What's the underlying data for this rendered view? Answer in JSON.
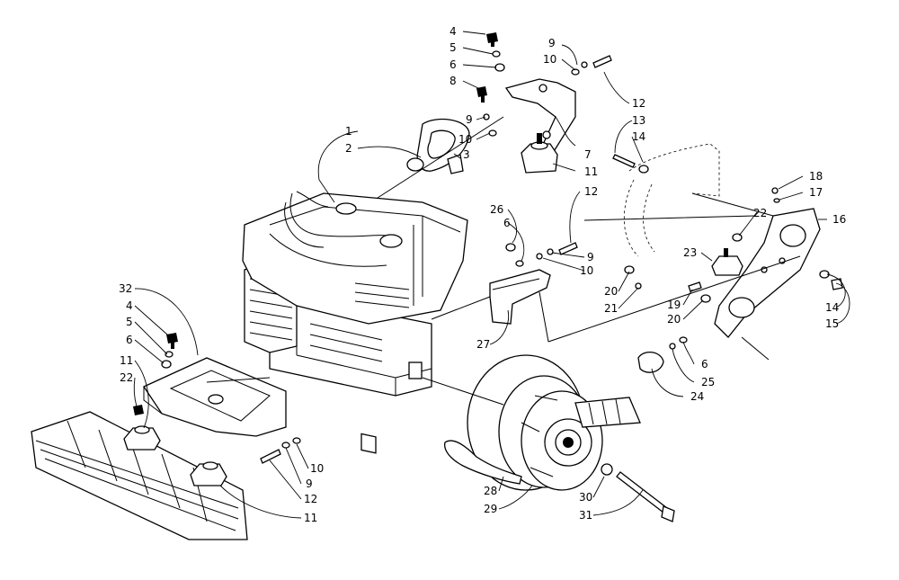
{
  "diagram": {
    "kind": "exploded-parts-view",
    "callouts": [
      {
        "id": "c1a",
        "text": "4"
      },
      {
        "id": "c1b",
        "text": "5"
      },
      {
        "id": "c1c",
        "text": "6"
      },
      {
        "id": "c1d",
        "text": "8"
      },
      {
        "id": "c1e",
        "text": "9"
      },
      {
        "id": "c1f",
        "text": "10"
      },
      {
        "id": "c1g",
        "text": "9"
      },
      {
        "id": "c1h",
        "text": "10"
      },
      {
        "id": "c1i",
        "text": "12"
      },
      {
        "id": "c1j",
        "text": "13"
      },
      {
        "id": "c1k",
        "text": "14"
      },
      {
        "id": "c1l",
        "text": "7"
      },
      {
        "id": "c1m",
        "text": "11"
      },
      {
        "id": "c1n",
        "text": "12"
      },
      {
        "id": "c2a",
        "text": "1"
      },
      {
        "id": "c2b",
        "text": "2"
      },
      {
        "id": "c2c",
        "text": "3"
      },
      {
        "id": "c3a",
        "text": "18"
      },
      {
        "id": "c3b",
        "text": "17"
      },
      {
        "id": "c3c",
        "text": "22"
      },
      {
        "id": "c3d",
        "text": "16"
      },
      {
        "id": "c3e",
        "text": "23"
      },
      {
        "id": "c3f",
        "text": "14"
      },
      {
        "id": "c3g",
        "text": "15"
      },
      {
        "id": "c3h",
        "text": "19"
      },
      {
        "id": "c3i",
        "text": "20"
      },
      {
        "id": "c3j",
        "text": "6"
      },
      {
        "id": "c3k",
        "text": "25"
      },
      {
        "id": "c3l",
        "text": "24"
      },
      {
        "id": "c4a",
        "text": "26"
      },
      {
        "id": "c4b",
        "text": "6"
      },
      {
        "id": "c4c",
        "text": "9"
      },
      {
        "id": "c4d",
        "text": "10"
      },
      {
        "id": "c4e",
        "text": "20"
      },
      {
        "id": "c4f",
        "text": "21"
      },
      {
        "id": "c4g",
        "text": "27"
      },
      {
        "id": "c5a",
        "text": "32"
      },
      {
        "id": "c5b",
        "text": "4"
      },
      {
        "id": "c5c",
        "text": "5"
      },
      {
        "id": "c5d",
        "text": "6"
      },
      {
        "id": "c5e",
        "text": "11"
      },
      {
        "id": "c5f",
        "text": "22"
      },
      {
        "id": "c5g",
        "text": "10"
      },
      {
        "id": "c5h",
        "text": "9"
      },
      {
        "id": "c5i",
        "text": "12"
      },
      {
        "id": "c5j",
        "text": "11"
      },
      {
        "id": "c6a",
        "text": "28"
      },
      {
        "id": "c6b",
        "text": "29"
      },
      {
        "id": "c6c",
        "text": "30"
      },
      {
        "id": "c6d",
        "text": "31"
      }
    ]
  }
}
